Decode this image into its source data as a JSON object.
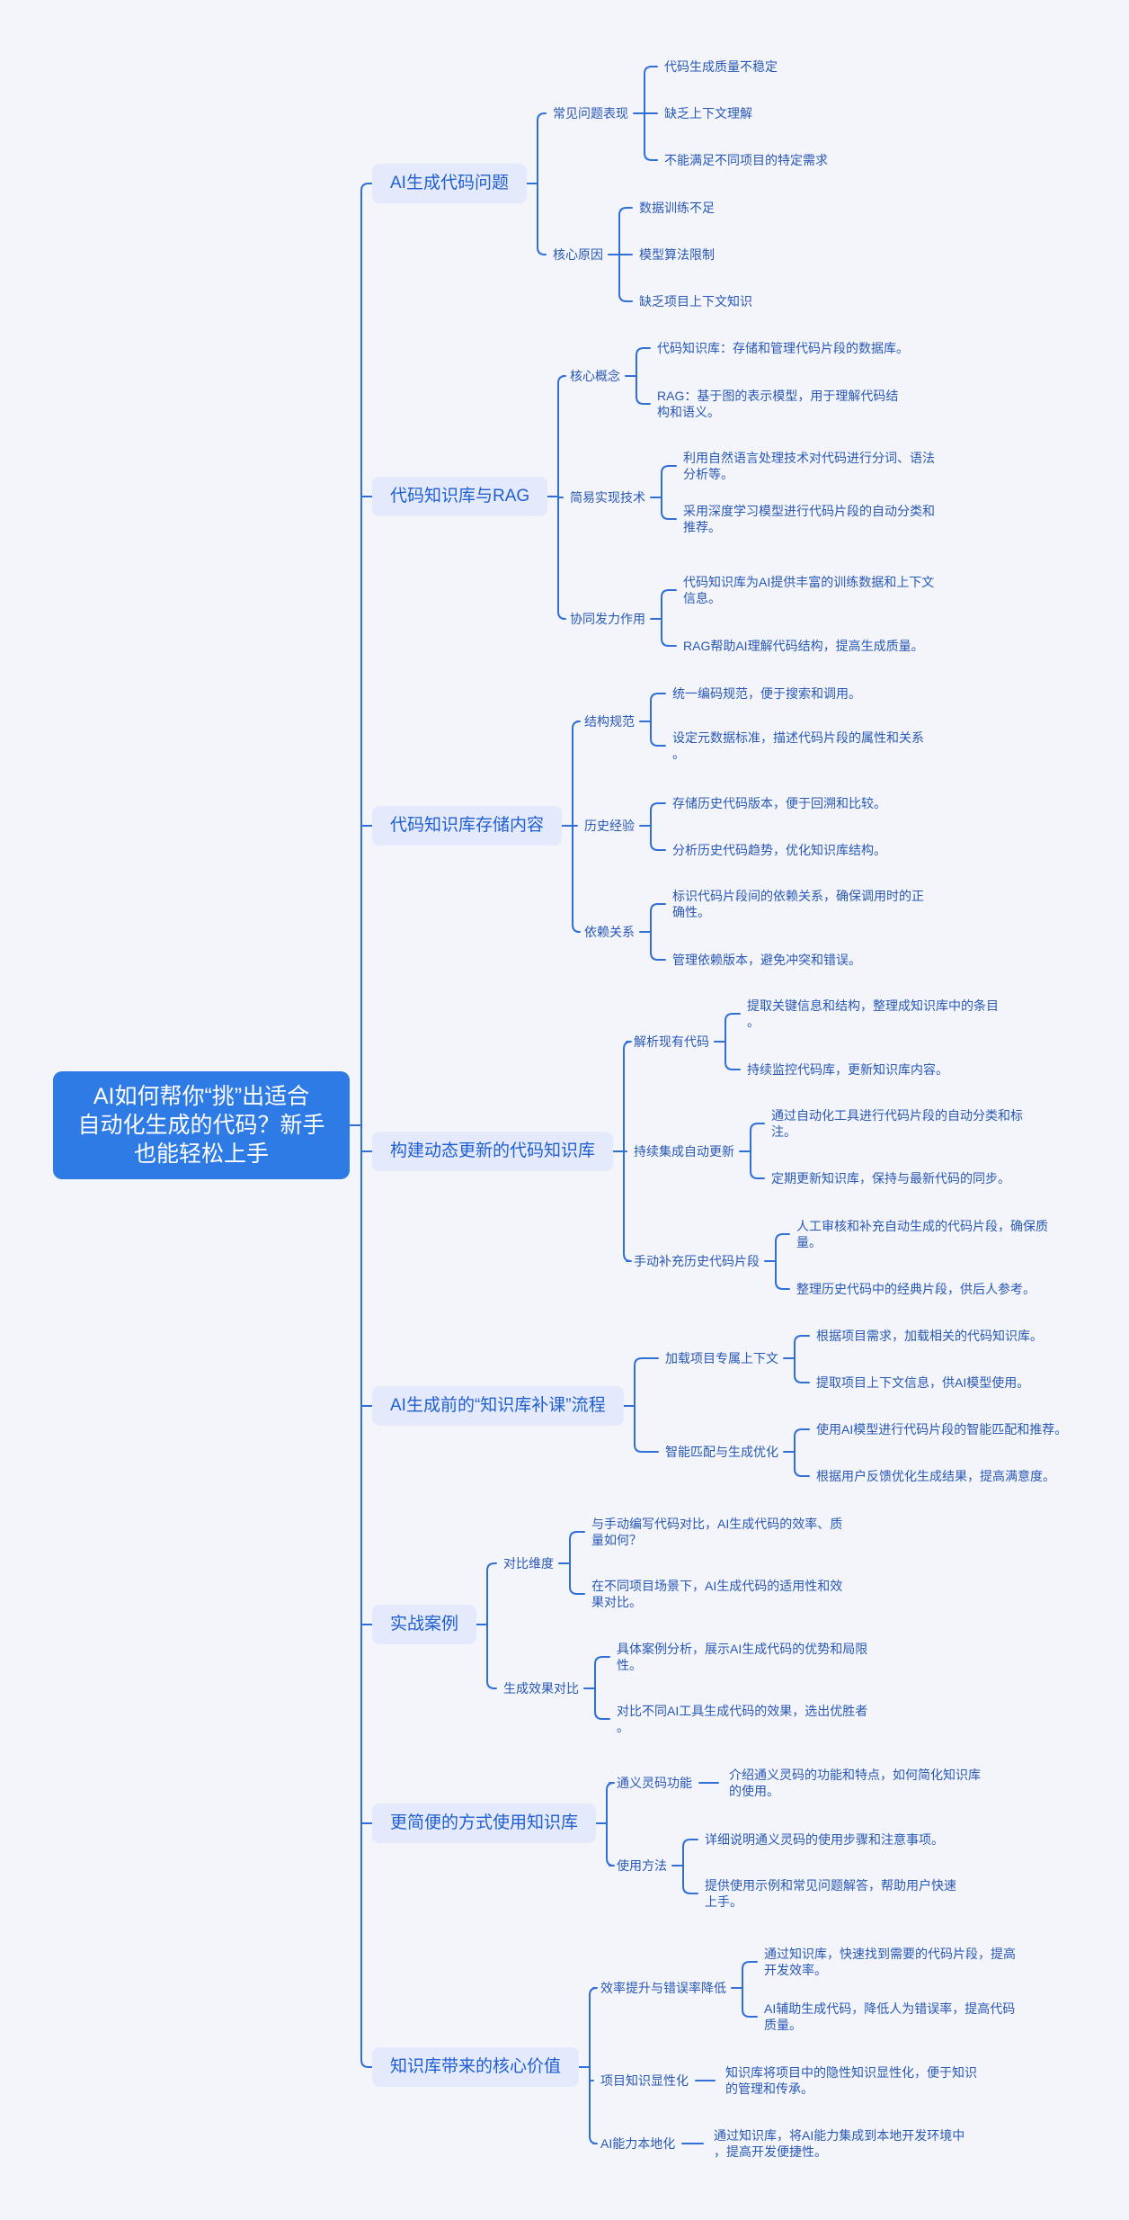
{
  "colors": {
    "link": "#2f6fd6",
    "root_bg": "#2f7be6",
    "branch_bg": "#e4eafc",
    "branch_text": "#1f5fcf",
    "leaf_text": "#2858b4",
    "background": "#f4f5fb"
  },
  "root": {
    "label": "AI如何帮你“挑”出适合\n自动化生成的代码？新手\n也能轻松上手"
  },
  "branches": [
    {
      "label": "AI生成代码问题",
      "children": [
        {
          "label": "常见问题表现",
          "children": [
            "代码生成质量不稳定",
            "缺乏上下文理解",
            "不能满足不同项目的特定需求"
          ]
        },
        {
          "label": "核心原因",
          "children": [
            "数据训练不足",
            "模型算法限制",
            "缺乏项目上下文知识"
          ]
        }
      ]
    },
    {
      "label": "代码知识库与RAG",
      "children": [
        {
          "label": "核心概念",
          "children": [
            "代码知识库：存储和管理代码片段的数据库。",
            "RAG：基于图的表示模型，用于理解代码结\n构和语义。"
          ]
        },
        {
          "label": "简易实现技术",
          "children": [
            "利用自然语言处理技术对代码进行分词、语法\n分析等。",
            "采用深度学习模型进行代码片段的自动分类和\n推荐。"
          ]
        },
        {
          "label": "协同发力作用",
          "children": [
            "代码知识库为AI提供丰富的训练数据和上下文\n信息。",
            "RAG帮助AI理解代码结构，提高生成质量。"
          ]
        }
      ]
    },
    {
      "label": "代码知识库存储内容",
      "children": [
        {
          "label": "结构规范",
          "children": [
            "统一编码规范，便于搜索和调用。",
            "设定元数据标准，描述代码片段的属性和关系\n。"
          ]
        },
        {
          "label": "历史经验",
          "children": [
            "存储历史代码版本，便于回溯和比较。",
            "分析历史代码趋势，优化知识库结构。"
          ]
        },
        {
          "label": "依赖关系",
          "children": [
            "标识代码片段间的依赖关系，确保调用时的正\n确性。",
            "管理依赖版本，避免冲突和错误。"
          ]
        }
      ]
    },
    {
      "label": "构建动态更新的代码知识库",
      "children": [
        {
          "label": "解析现有代码",
          "children": [
            "提取关键信息和结构，整理成知识库中的条目\n。",
            "持续监控代码库，更新知识库内容。"
          ]
        },
        {
          "label": "持续集成自动更新",
          "children": [
            "通过自动化工具进行代码片段的自动分类和标\n注。",
            "定期更新知识库，保持与最新代码的同步。"
          ]
        },
        {
          "label": "手动补充历史代码片段",
          "children": [
            "人工审核和补充自动生成的代码片段，确保质\n量。",
            "整理历史代码中的经典片段，供后人参考。"
          ]
        }
      ]
    },
    {
      "label": "AI生成前的“知识库补课”流程",
      "children": [
        {
          "label": "加载项目专属上下文",
          "children": [
            "根据项目需求，加载相关的代码知识库。",
            "提取项目上下文信息，供AI模型使用。"
          ]
        },
        {
          "label": "智能匹配与生成优化",
          "children": [
            "使用AI模型进行代码片段的智能匹配和推荐。",
            "根据用户反馈优化生成结果，提高满意度。"
          ]
        }
      ]
    },
    {
      "label": "实战案例",
      "children": [
        {
          "label": "对比维度",
          "children": [
            "与手动编写代码对比，AI生成代码的效率、质\n量如何？",
            "在不同项目场景下，AI生成代码的适用性和效\n果对比。"
          ]
        },
        {
          "label": "生成效果对比",
          "children": [
            "具体案例分析，展示AI生成代码的优势和局限\n性。",
            "对比不同AI工具生成代码的效果，选出优胜者\n。"
          ]
        }
      ]
    },
    {
      "label": "更简便的方式使用知识库",
      "children": [
        {
          "label": "通义灵码功能",
          "children": [
            "介绍通义灵码的功能和特点，如何简化知识库\n的使用。"
          ]
        },
        {
          "label": "使用方法",
          "children": [
            "详细说明通义灵码的使用步骤和注意事项。",
            "提供使用示例和常见问题解答，帮助用户快速\n上手。"
          ]
        }
      ]
    },
    {
      "label": "知识库带来的核心价值",
      "children": [
        {
          "label": "效率提升与错误率降低",
          "children": [
            "通过知识库，快速找到需要的代码片段，提高\n开发效率。",
            "AI辅助生成代码，降低人为错误率，提高代码\n质量。"
          ]
        },
        {
          "label": "项目知识显性化",
          "children": [
            "知识库将项目中的隐性知识显性化，便于知识\n的管理和传承。"
          ]
        },
        {
          "label": "AI能力本地化",
          "children": [
            "通过知识库，将AI能力集成到本地开发环境中\n，提高开发便捷性。"
          ]
        }
      ]
    }
  ]
}
